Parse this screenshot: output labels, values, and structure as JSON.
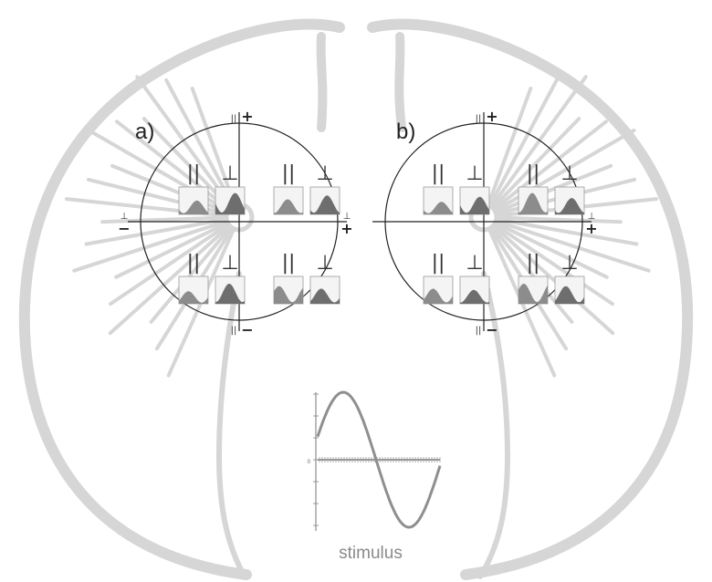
{
  "figure": {
    "panels": [
      {
        "id": "a",
        "label": "a)",
        "quadrants": [
          {
            "pos": "top-left",
            "parallel": "||",
            "perpendicular": "⊥",
            "trace_parallel": 0.55,
            "trace_perpendicular": 0.85
          },
          {
            "pos": "top-right",
            "parallel": "||",
            "perpendicular": "⊥",
            "trace_parallel": 0.6,
            "trace_perpendicular": 0.75
          },
          {
            "pos": "bottom-left",
            "parallel": "||",
            "perpendicular": "⊥",
            "trace_parallel": 0.5,
            "trace_perpendicular": 0.8
          },
          {
            "pos": "bottom-right",
            "parallel": "||",
            "perpendicular": "⊥",
            "trace_parallel": 0.7,
            "trace_perpendicular": 0.6
          }
        ],
        "axis_marks": {
          "top": "||",
          "top_sign": "+",
          "bottom": "||",
          "bottom_sign": "−",
          "left": "⊥",
          "left_sign": "−",
          "right": "⊥",
          "right_sign": "+"
        }
      },
      {
        "id": "b",
        "label": "b)",
        "quadrants": [
          {
            "pos": "top-left",
            "parallel": "||",
            "perpendicular": "⊥",
            "trace_parallel": 0.5,
            "trace_perpendicular": 0.7
          },
          {
            "pos": "top-right",
            "parallel": "||",
            "perpendicular": "⊥",
            "trace_parallel": 0.85,
            "trace_perpendicular": 0.65
          },
          {
            "pos": "bottom-left",
            "parallel": "||",
            "perpendicular": "⊥",
            "trace_parallel": 0.6,
            "trace_perpendicular": 0.55
          },
          {
            "pos": "bottom-right",
            "parallel": "||",
            "perpendicular": "⊥",
            "trace_parallel": 0.8,
            "trace_perpendicular": 0.7
          }
        ],
        "axis_marks": {
          "top": "||",
          "top_sign": "+",
          "bottom": "||",
          "bottom_sign": "−",
          "left": "",
          "left_sign": "",
          "right": "⊥",
          "right_sign": "+"
        }
      }
    ],
    "stimulus": {
      "label": "stimulus",
      "zero_label": "0",
      "waveform": "sine",
      "cycles": 1
    },
    "colors": {
      "background_animal": "#d6d6d6",
      "trace_fill": "#6e6e6e",
      "trace_fill_light": "#8c8c8c",
      "box_fill": "#f4f4f4",
      "stimulus_wave": "#8f8f8f",
      "circle_line": "#222222"
    }
  }
}
